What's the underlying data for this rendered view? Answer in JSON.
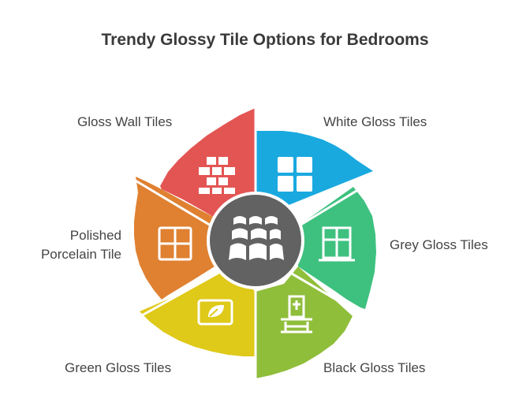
{
  "title": "Trendy Glossy Tile Options for Bedrooms",
  "segments": [
    {
      "label": "White Gloss Tiles",
      "color": "#1aa9df",
      "icon": "window-grid-icon"
    },
    {
      "label": "Grey Gloss Tiles",
      "color": "#3ec17f",
      "icon": "window-icon"
    },
    {
      "label": "Black Gloss Tiles",
      "color": "#8fbe3b",
      "icon": "vanity-icon"
    },
    {
      "label": "Green Gloss Tiles",
      "color": "#dfc919",
      "icon": "leaf-frame-icon"
    },
    {
      "label": "Polished Porcelain Tile",
      "label_line1": "Polished",
      "label_line2": "Porcelain Tile",
      "color": "#df8131",
      "icon": "window-grid-icon"
    },
    {
      "label": "Gloss Wall Tiles",
      "color": "#e35553",
      "icon": "brick-wall-icon"
    }
  ],
  "center": {
    "color": "#626262",
    "icon": "roof-tiles-icon"
  }
}
